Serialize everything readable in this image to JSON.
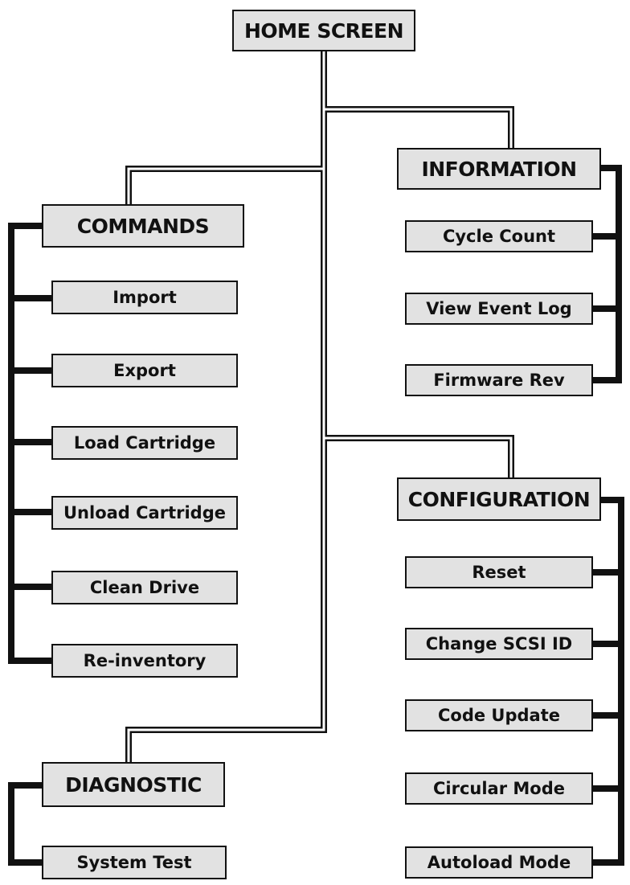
{
  "home": "HOME SCREEN",
  "commands": {
    "title": "COMMANDS",
    "items": [
      "Import",
      "Export",
      "Load Cartridge",
      "Unload Cartridge",
      "Clean Drive",
      "Re-inventory"
    ]
  },
  "information": {
    "title": "INFORMATION",
    "items": [
      "Cycle Count",
      "View Event Log",
      "Firmware Rev"
    ]
  },
  "configuration": {
    "title": "CONFIGURATION",
    "items": [
      "Reset",
      "Change SCSI ID",
      "Code Update",
      "Circular Mode",
      "Autoload Mode"
    ]
  },
  "diagnostic": {
    "title": "DIAGNOSTIC",
    "items": [
      "System Test"
    ]
  }
}
